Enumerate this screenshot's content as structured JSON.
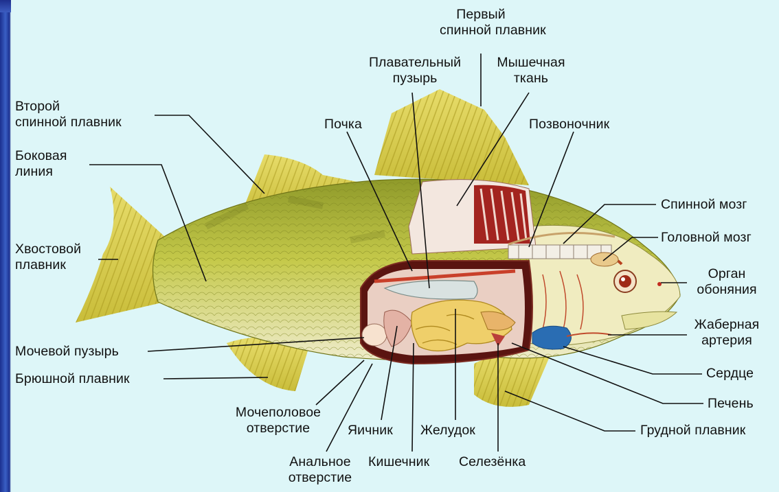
{
  "labels": {
    "first_dorsal_1": "Первый",
    "first_dorsal_2": "спинной плавник",
    "swim_bladder_1": "Плавательный",
    "swim_bladder_2": "пузырь",
    "muscle_1": "Мышечная",
    "muscle_2": "ткань",
    "second_dorsal_1": "Второй",
    "second_dorsal_2": "спинной плавник",
    "kidney": "Почка",
    "spine": "Позвоночник",
    "lateral_line_1": "Боковая",
    "lateral_line_2": "линия",
    "spinal_cord": "Спинной мозг",
    "brain": "Головной мозг",
    "tail_fin_1": "Хвостовой",
    "tail_fin_2": "плавник",
    "olfactory_1": "Орган",
    "olfactory_2": "обоняния",
    "gill_artery_1": "Жаберная",
    "gill_artery_2": "артерия",
    "bladder": "Мочевой пузырь",
    "heart": "Сердце",
    "ventral_fin": "Брюшной плавник",
    "liver": "Печень",
    "urogenital_1": "Мочеполовое",
    "urogenital_2": "отверстие",
    "ovary": "Яичник",
    "stomach": "Желудок",
    "pectoral_fin": "Грудной плавник",
    "anal_1": "Анальное",
    "anal_2": "отверстие",
    "intestine": "Кишечник",
    "spleen": "Селезёнка"
  },
  "colors": {
    "background": "#ddf6f8",
    "frame": "#1d2f8d",
    "body": "#b9bf3a",
    "fin": "#dcd35a",
    "muscle": "#f3e7df",
    "gills_red": "#a3241f",
    "heart_blue": "#2a6db3"
  }
}
